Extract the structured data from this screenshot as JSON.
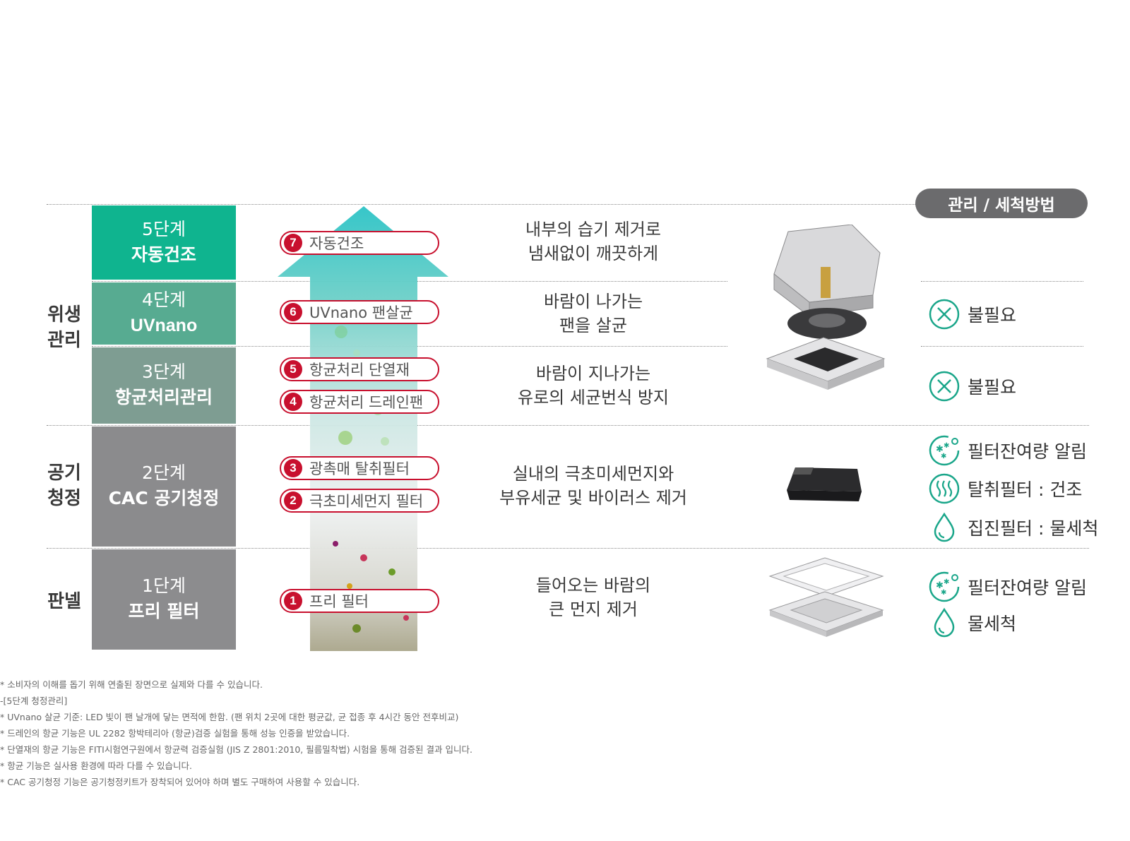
{
  "care_header": "관리 / 세척방법",
  "categories": [
    {
      "line1": "위생",
      "line2": "관리"
    },
    {
      "line1": "공기",
      "line2": "청정"
    },
    {
      "line1": "판넬",
      "line2": ""
    }
  ],
  "stages": [
    {
      "num": "5단계",
      "name": "자동건조",
      "color": "#0fb48f"
    },
    {
      "num": "4단계",
      "name": "UVnano",
      "color": "#57ab91"
    },
    {
      "num": "3단계",
      "name": "항균처리관리",
      "color": "#7e9d92"
    },
    {
      "num": "2단계",
      "name": "CAC 공기청정",
      "color": "#8b8b8d"
    },
    {
      "num": "1단계",
      "name": "프리 필터",
      "color": "#8c8c8e"
    }
  ],
  "steps": [
    {
      "badge": "7",
      "label": "자동건조"
    },
    {
      "badge": "6",
      "label": "UVnano 팬살균"
    },
    {
      "badge": "5",
      "label": "항균처리 단열재"
    },
    {
      "badge": "4",
      "label": "항균처리 드레인팬"
    },
    {
      "badge": "3",
      "label": "광촉매 탈취필터"
    },
    {
      "badge": "2",
      "label": "극초미세먼지 필터"
    },
    {
      "badge": "1",
      "label": "프리 필터"
    }
  ],
  "descriptions": [
    {
      "line1": "내부의 습기 제거로",
      "line2": "냄새없이 깨끗하게"
    },
    {
      "line1": "바람이 나가는",
      "line2": "팬을 살균"
    },
    {
      "line1": "바람이 지나가는",
      "line2": "유로의 세균번식 방지"
    },
    {
      "line1": "실내의 극초미세먼지와",
      "line2": "부유세균 및 바이러스 제거"
    },
    {
      "line1": "들어오는 바람의",
      "line2": "큰 먼지 제거"
    }
  ],
  "care": [
    {
      "icon": "x-circle-icon",
      "label": "불필요"
    },
    {
      "icon": "x-circle-icon",
      "label": "불필요"
    },
    {
      "icon": "filter-alert-icon",
      "label": "필터잔여량 알림"
    },
    {
      "icon": "dry-wave-icon",
      "label": "탈취필터 : 건조"
    },
    {
      "icon": "water-drop-icon",
      "label": "집진필터 : 물세척"
    },
    {
      "icon": "filter-alert-icon",
      "label": "필터잔여량 알림"
    },
    {
      "icon": "water-drop-icon",
      "label": "물세척"
    }
  ],
  "colors": {
    "accent_red": "#c8102e",
    "care_green": "#1aa68a",
    "care_header_bg": "#6b6b6d"
  },
  "notes": [
    "* 소비자의 이해를 돕기 위해 연출된 장면으로 실제와 다를 수 있습니다.",
    "-[5단계 청정관리]",
    "* UVnano 살균 기준: LED 빛이 팬 날개에 닿는 면적에 한함. (팬 위치 2곳에 대한 평균값, 균 접종 후 4시간 동안 전후비교)",
    "* 드레인의 항균 기능은 UL 2282 항박테리아 (항균)검증 실험을 통해 성능 인증을 받았습니다.",
    "* 단열재의 항균 기능은 FITI시험연구원에서 항균력 검증실험 (JIS Z 2801:2010, 필름밀착법) 시험을 통해 검증된 결과 입니다.",
    "* 항균 기능은 실사용 환경에 따라 다를 수 있습니다.",
    "* CAC 공기청정 기능은 공기청정키트가 장착되어 있어야 하며 별도 구매하여 사용할 수 있습니다."
  ]
}
